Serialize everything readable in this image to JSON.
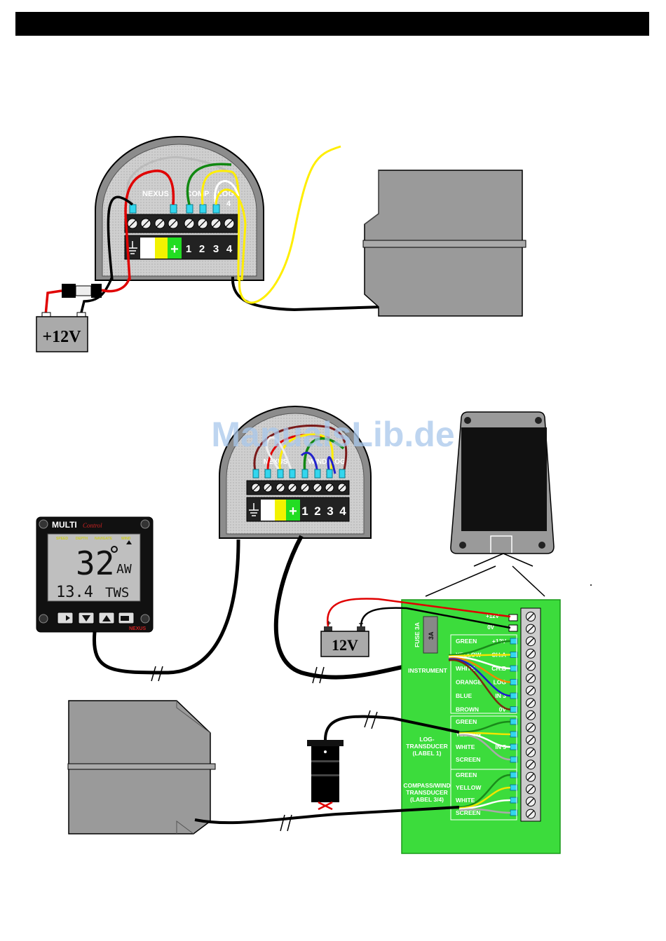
{
  "watermark": "ManualsLib.de",
  "top": {
    "box_labels": [
      "NEXUS",
      "COMP",
      "LOG"
    ],
    "box_pin_numbers": [
      "4"
    ],
    "terminal_numbers": [
      "1",
      "2",
      "3",
      "4"
    ],
    "plus_symbol": "+",
    "battery_label": "+12V"
  },
  "bottom": {
    "box_labels": [
      "NEXUS",
      "WIND",
      "LOG"
    ],
    "terminal_numbers": [
      "1",
      "2",
      "3",
      "4"
    ],
    "plus_symbol": "+",
    "battery_label": "12V",
    "display": {
      "brand": "MULTI",
      "brand_sub": "Control",
      "modes": [
        "SPEED",
        "DEPTH",
        "NAVIGATE",
        "WIND"
      ],
      "main_value": "32",
      "main_unit": "AW",
      "sub_value": "13.4",
      "sub_unit": "TWS",
      "footer_brand": "NEXUS"
    },
    "board": {
      "power_plus": "+12V",
      "power_minus": "0V",
      "fuse_label": "FUSE 3A",
      "fuse_value": "3A",
      "instrument_label": "INSTRUMENT",
      "instrument_rows": [
        {
          "wire": "GREEN",
          "pin": "+12V",
          "color": "#1a8a1a"
        },
        {
          "wire": "YELLOW",
          "pin": "CH.A",
          "color": "#f2e600"
        },
        {
          "wire": "WHITE",
          "pin": "CH.B",
          "color": "#ffffff"
        },
        {
          "wire": "ORANGE",
          "pin": "LOG",
          "color": "#f08a00"
        },
        {
          "wire": "BLUE",
          "pin": "IN 3",
          "color": "#1a1acc"
        },
        {
          "wire": "BROWN",
          "pin": "0V",
          "color": "#7a2a10"
        }
      ],
      "log_label": "LOG-\nTRANSDUCER\n(LABEL 1)",
      "log_rows": [
        {
          "wire": "GREEN",
          "pin": "",
          "color": "#1a8a1a"
        },
        {
          "wire": "YELLOW",
          "pin": "",
          "color": "#f2e600"
        },
        {
          "wire": "WHITE",
          "pin": "IN 5",
          "color": "#ffffff"
        },
        {
          "wire": "SCREEN",
          "pin": "",
          "color": "#aaaaaa"
        }
      ],
      "compass_label": "COMPASS/WIND\nTRANSDUCER\n(LABEL 3/4)",
      "compass_rows": [
        {
          "wire": "GREEN",
          "pin": "",
          "color": "#1a8a1a"
        },
        {
          "wire": "YELLOW",
          "pin": "",
          "color": "#f2e600"
        },
        {
          "wire": "WHITE",
          "pin": "",
          "color": "#ffffff"
        },
        {
          "wire": "SCREEN",
          "pin": "",
          "color": "#aaaaaa"
        }
      ]
    }
  },
  "colors": {
    "board_green": "#3cdc3c",
    "device_grey": "#9a9a9a",
    "wire_red": "#e00000",
    "wire_yellow": "#ffee00",
    "wire_green": "#118811",
    "wire_black": "#000000",
    "terminal_cyan": "#33d6ee"
  }
}
